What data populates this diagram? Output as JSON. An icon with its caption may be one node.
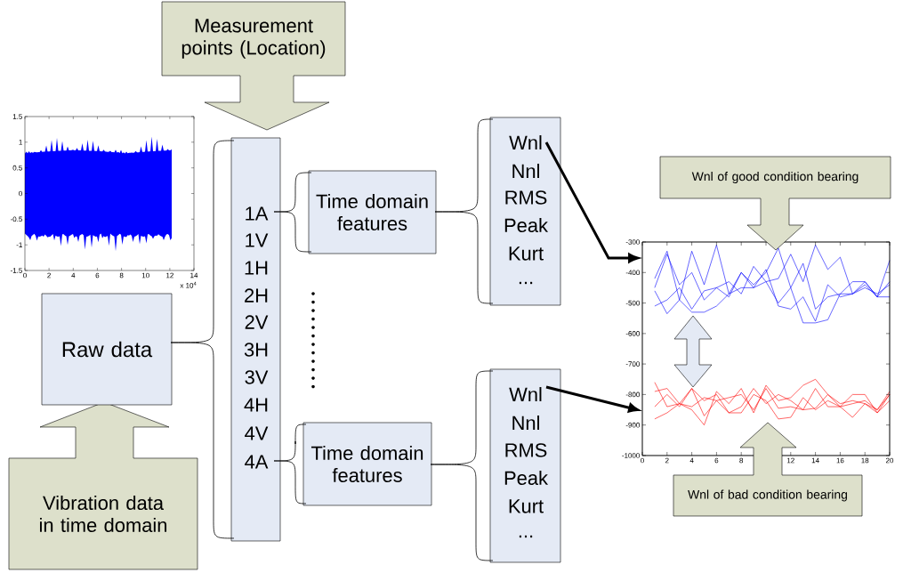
{
  "diagram": {
    "nodes": [
      {
        "text": [
          "Measurement points (Location)"
        ]
      },
      {
        "text": [
          "1A",
          "1V",
          "1H",
          "2H",
          "2V",
          "3H",
          "3V",
          "4H",
          "4V",
          "4A"
        ]
      },
      {
        "text": [
          "Time domain features"
        ]
      },
      {
        "text": [
          "Time domain features"
        ]
      },
      {
        "text": [
          "Wnl",
          "Nnl",
          "RMS",
          "Peak",
          "Kurt",
          "..."
        ]
      },
      {
        "text": [
          "Wnl",
          "Nnl",
          "RMS",
          "Peak",
          "Kurt",
          "..."
        ]
      },
      {
        "text": [
          "Raw data"
        ]
      },
      {
        "text": [
          "Vibration data in time domain"
        ]
      },
      {
        "text": [
          "Wnl of good condition bearing"
        ]
      },
      {
        "text": [
          "Wnl of bad condition bearing"
        ]
      },
      {
        "text": [],
        "shape": "picture"
      }
    ],
    "edges": [
      {
        "from": 6,
        "to": 1,
        "arrow": "none"
      },
      {
        "from": 1,
        "to": 2,
        "arrow": "none"
      },
      {
        "from": 1,
        "to": 3,
        "arrow": "none"
      },
      {
        "from": 2,
        "to": 4,
        "arrow": "none"
      },
      {
        "from": 3,
        "to": 5,
        "arrow": "none"
      },
      {
        "from": 4,
        "to": 10,
        "arrow": "to",
        "style": "thick"
      },
      {
        "from": 5,
        "to": 10,
        "arrow": "to",
        "style": "thick"
      }
    ],
    "labels": [
      "1.5",
      "1",
      "0.5",
      "0",
      "-0.5",
      "-1",
      "-1.5",
      "0",
      "2",
      "4",
      "6",
      "8",
      "10",
      "12",
      "14",
      "x 10$^{4}$",
      "-300",
      "-400",
      "-500",
      "-600",
      "-700",
      "-800",
      "-900",
      "-1000",
      "0",
      "2",
      "4",
      "6",
      "8",
      "12",
      "14",
      "16",
      "18",
      "20"
    ]
  }
}
